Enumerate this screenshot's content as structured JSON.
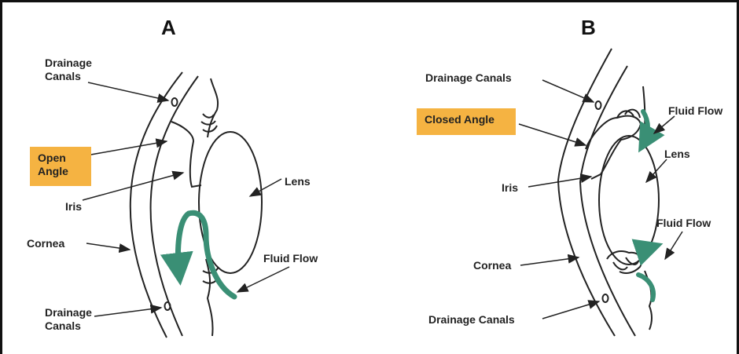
{
  "panel_a": {
    "letter": "A",
    "labels": {
      "drainage_top": "Drainage\nCanals",
      "open_angle": "Open\nAngle",
      "iris": "Iris",
      "cornea": "Cornea",
      "drainage_bottom": "Drainage\nCanals",
      "lens": "Lens",
      "fluid_flow": "Fluid Flow"
    }
  },
  "panel_b": {
    "letter": "B",
    "labels": {
      "drainage_top": "Drainage Canals",
      "closed_angle": "Closed Angle",
      "iris": "Iris",
      "cornea": "Cornea",
      "drainage_bottom": "Drainage Canals",
      "lens": "Lens",
      "fluid_flow_top": "Fluid Flow",
      "fluid_flow_bottom": "Fluid Flow"
    }
  },
  "colors": {
    "highlight": "#f5b342",
    "flow_arrow": "#3a8f75",
    "line": "#222222"
  }
}
